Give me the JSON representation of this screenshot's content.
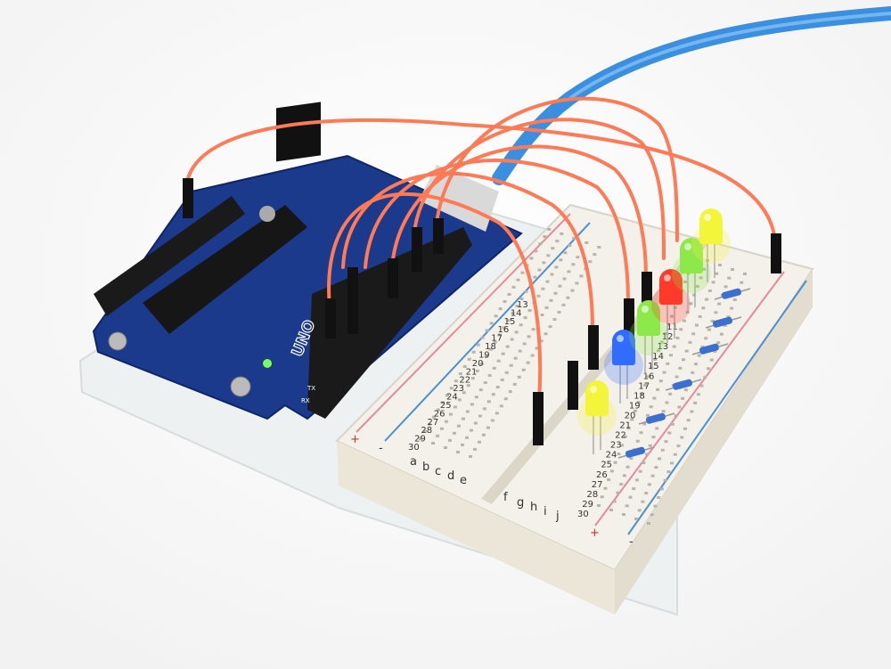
{
  "board": {
    "logo": "UNO",
    "rx_label": "RX",
    "tx_label": "TX"
  },
  "breadboard": {
    "left_numbers": [
      "13",
      "14",
      "15",
      "16",
      "17",
      "18",
      "19",
      "20",
      "21",
      "22",
      "23",
      "24",
      "25",
      "26",
      "27",
      "28",
      "29",
      "30"
    ],
    "right_numbers": [
      "11",
      "12",
      "13",
      "14",
      "15",
      "16",
      "17",
      "18",
      "19",
      "20",
      "21",
      "22",
      "23",
      "24",
      "25",
      "26",
      "27",
      "28",
      "29",
      "30"
    ],
    "left_letters": [
      "a",
      "b",
      "c",
      "d",
      "e"
    ],
    "right_letters": [
      "f",
      "g",
      "h",
      "i",
      "j"
    ],
    "rail_plus": "+",
    "rail_minus": "-"
  },
  "leds": [
    {
      "color": "#f2f53a"
    },
    {
      "color": "#2f6cff"
    },
    {
      "color": "#8de84a"
    },
    {
      "color": "#ff3a2a"
    },
    {
      "color": "#8de84a"
    },
    {
      "color": "#f2f53a"
    }
  ],
  "colors": {
    "wire": "#ff7a55",
    "board": "#1b3a8c",
    "cable": "#3a8fe0",
    "breadboard": "#f4f1ea"
  }
}
